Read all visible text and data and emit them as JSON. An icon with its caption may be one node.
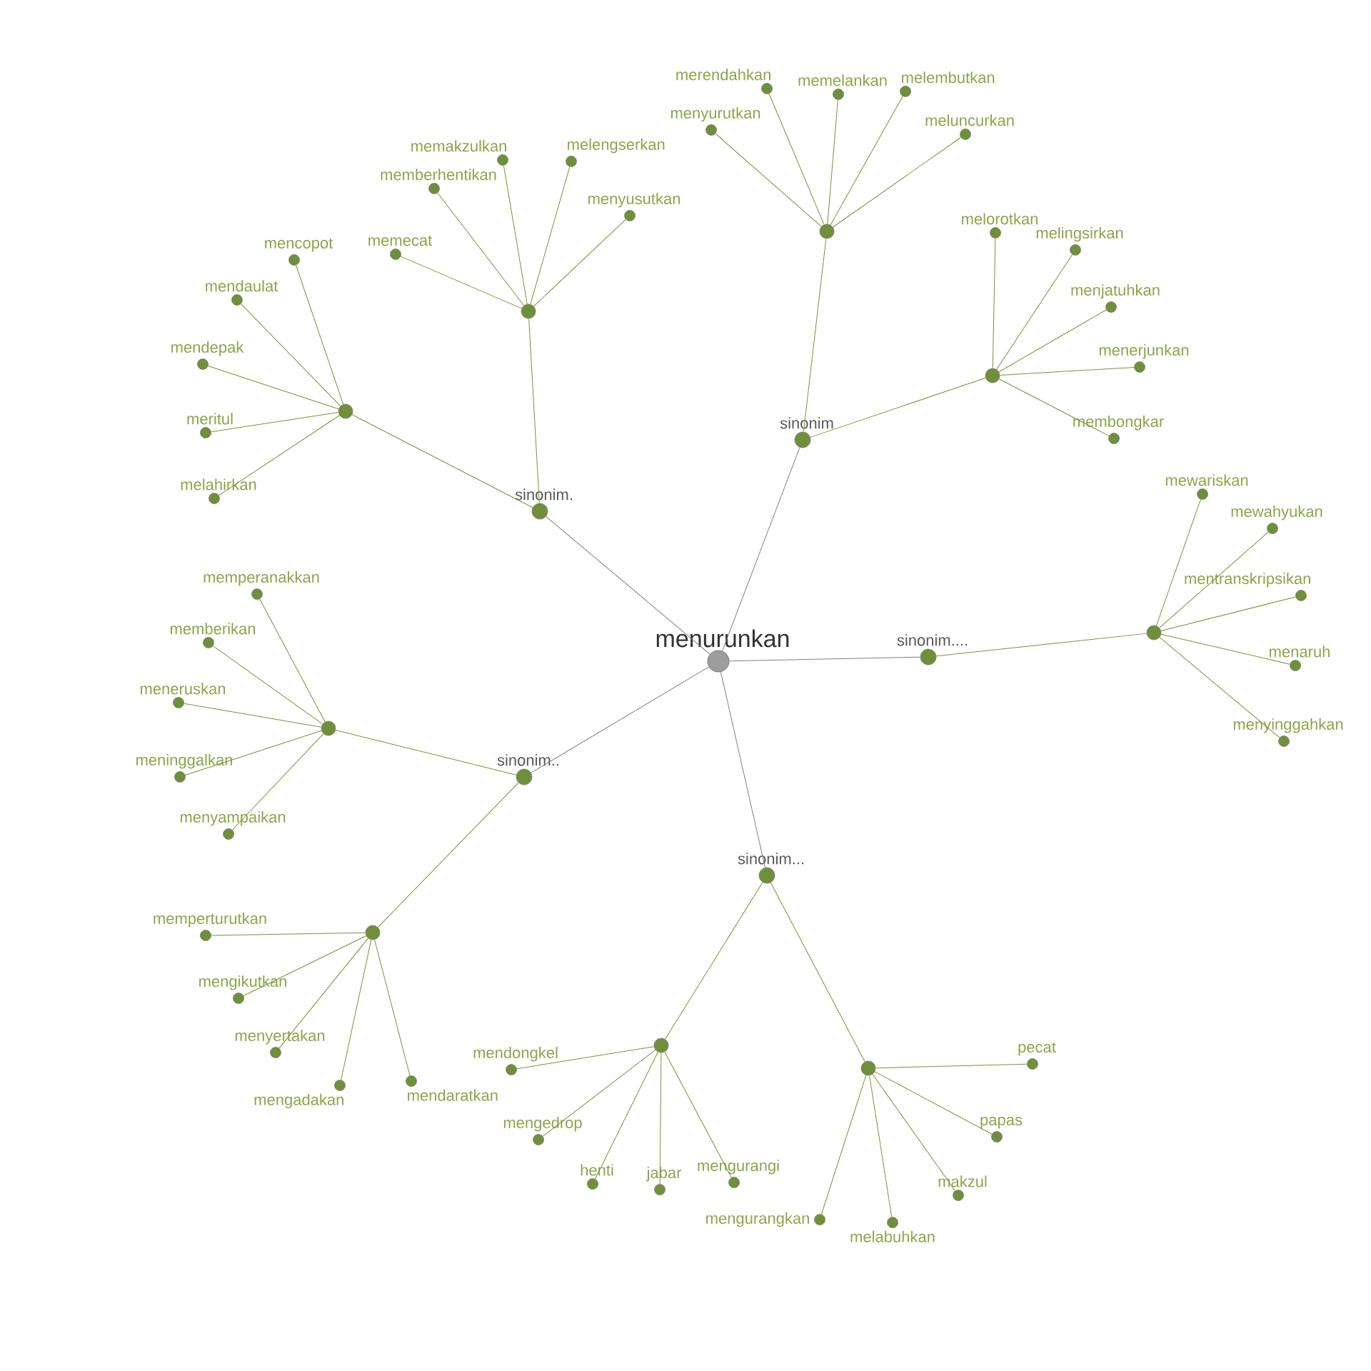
{
  "diagram": {
    "nodes": [
      {
        "text": [
          "menurunkan"
        ]
      },
      {
        "text": [
          "sinonim"
        ]
      },
      {
        "text": [],
        "shape": "circle"
      },
      {
        "text": [
          "menyurutkan"
        ]
      },
      {
        "text": [
          "merendahkan"
        ]
      },
      {
        "text": [
          "memelankan"
        ]
      },
      {
        "text": [
          "melembutkan"
        ]
      },
      {
        "text": [
          "meluncurkan"
        ]
      },
      {
        "text": [],
        "shape": "circle"
      },
      {
        "text": [
          "melorotkan"
        ]
      },
      {
        "text": [
          "melingsirkan"
        ]
      },
      {
        "text": [
          "menjatuhkan"
        ]
      },
      {
        "text": [
          "menerjunkan"
        ]
      },
      {
        "text": [
          "membongkar"
        ]
      },
      {
        "text": [
          "sinonim."
        ]
      },
      {
        "text": [],
        "shape": "circle"
      },
      {
        "text": [
          "memecat"
        ]
      },
      {
        "text": [
          "memberhentikan"
        ]
      },
      {
        "text": [
          "memakzulkan"
        ]
      },
      {
        "text": [
          "melengserkan"
        ]
      },
      {
        "text": [
          "menyusutkan"
        ]
      },
      {
        "text": [],
        "shape": "circle"
      },
      {
        "text": [
          "mencopot"
        ]
      },
      {
        "text": [
          "mendaulat"
        ]
      },
      {
        "text": [
          "mendepak"
        ]
      },
      {
        "text": [
          "meritul"
        ]
      },
      {
        "text": [
          "melahirkan"
        ]
      },
      {
        "text": [
          "sinonim...."
        ]
      },
      {
        "text": [],
        "shape": "circle"
      },
      {
        "text": [
          "mewariskan"
        ]
      },
      {
        "text": [
          "mewahyukan"
        ]
      },
      {
        "text": [
          "mentranskripsikan"
        ]
      },
      {
        "text": [
          "menaruh"
        ]
      },
      {
        "text": [
          "menyinggahkan"
        ]
      },
      {
        "text": [
          "sinonim.."
        ]
      },
      {
        "text": [],
        "shape": "circle"
      },
      {
        "text": [
          "memperanakkan"
        ]
      },
      {
        "text": [
          "memberikan"
        ]
      },
      {
        "text": [
          "meneruskan"
        ]
      },
      {
        "text": [
          "meninggalkan"
        ]
      },
      {
        "text": [
          "menyampaikan"
        ]
      },
      {
        "text": [],
        "shape": "circle"
      },
      {
        "text": [
          "memperturutkan"
        ]
      },
      {
        "text": [
          "mengikutkan"
        ]
      },
      {
        "text": [
          "menyertakan"
        ]
      },
      {
        "text": [
          "mengadakan"
        ]
      },
      {
        "text": [
          "mendaratkan"
        ]
      },
      {
        "text": [
          "sinonim..."
        ]
      },
      {
        "text": [],
        "shape": "circle"
      },
      {
        "text": [
          "mendongkel"
        ]
      },
      {
        "text": [
          "mengedrop"
        ]
      },
      {
        "text": [
          "henti"
        ]
      },
      {
        "text": [
          "jabar"
        ]
      },
      {
        "text": [
          "mengurangi"
        ]
      },
      {
        "text": [],
        "shape": "circle"
      },
      {
        "text": [
          "mengurangkan"
        ]
      },
      {
        "text": [
          "melabuhkan"
        ]
      },
      {
        "text": [
          "makzul"
        ]
      },
      {
        "text": [
          "papas"
        ]
      },
      {
        "text": [
          "pecat"
        ]
      }
    ],
    "edges": [
      {
        "from": 0,
        "to": 1,
        "arrow": "none",
        "color": "#808080"
      },
      {
        "from": 1,
        "to": 2,
        "arrow": "none"
      },
      {
        "from": 2,
        "to": 3,
        "arrow": "none"
      },
      {
        "from": 2,
        "to": 4,
        "arrow": "none"
      },
      {
        "from": 2,
        "to": 5,
        "arrow": "none"
      },
      {
        "from": 2,
        "to": 6,
        "arrow": "none"
      },
      {
        "from": 2,
        "to": 7,
        "arrow": "none"
      },
      {
        "from": 1,
        "to": 8,
        "arrow": "none"
      },
      {
        "from": 8,
        "to": 9,
        "arrow": "none"
      },
      {
        "from": 8,
        "to": 10,
        "arrow": "none"
      },
      {
        "from": 8,
        "to": 11,
        "arrow": "none"
      },
      {
        "from": 8,
        "to": 12,
        "arrow": "none"
      },
      {
        "from": 8,
        "to": 13,
        "arrow": "none"
      },
      {
        "from": 0,
        "to": 14,
        "arrow": "none",
        "color": "#808080"
      },
      {
        "from": 14,
        "to": 15,
        "arrow": "none"
      },
      {
        "from": 15,
        "to": 16,
        "arrow": "none"
      },
      {
        "from": 15,
        "to": 17,
        "arrow": "none"
      },
      {
        "from": 15,
        "to": 18,
        "arrow": "none"
      },
      {
        "from": 15,
        "to": 19,
        "arrow": "none"
      },
      {
        "from": 15,
        "to": 20,
        "arrow": "none"
      },
      {
        "from": 14,
        "to": 21,
        "arrow": "none"
      },
      {
        "from": 21,
        "to": 22,
        "arrow": "none"
      },
      {
        "from": 21,
        "to": 23,
        "arrow": "none"
      },
      {
        "from": 21,
        "to": 24,
        "arrow": "none"
      },
      {
        "from": 21,
        "to": 25,
        "arrow": "none"
      },
      {
        "from": 21,
        "to": 26,
        "arrow": "none"
      },
      {
        "from": 0,
        "to": 27,
        "arrow": "none",
        "color": "#808080"
      },
      {
        "from": 27,
        "to": 28,
        "arrow": "none"
      },
      {
        "from": 28,
        "to": 29,
        "arrow": "none"
      },
      {
        "from": 28,
        "to": 30,
        "arrow": "none"
      },
      {
        "from": 28,
        "to": 31,
        "arrow": "none"
      },
      {
        "from": 28,
        "to": 32,
        "arrow": "none"
      },
      {
        "from": 28,
        "to": 33,
        "arrow": "none"
      },
      {
        "from": 0,
        "to": 34,
        "arrow": "none",
        "color": "#808080"
      },
      {
        "from": 34,
        "to": 35,
        "arrow": "none"
      },
      {
        "from": 35,
        "to": 36,
        "arrow": "none"
      },
      {
        "from": 35,
        "to": 37,
        "arrow": "none"
      },
      {
        "from": 35,
        "to": 38,
        "arrow": "none"
      },
      {
        "from": 35,
        "to": 39,
        "arrow": "none"
      },
      {
        "from": 35,
        "to": 40,
        "arrow": "none"
      },
      {
        "from": 34,
        "to": 41,
        "arrow": "none"
      },
      {
        "from": 41,
        "to": 42,
        "arrow": "none"
      },
      {
        "from": 41,
        "to": 43,
        "arrow": "none"
      },
      {
        "from": 41,
        "to": 44,
        "arrow": "none"
      },
      {
        "from": 41,
        "to": 45,
        "arrow": "none"
      },
      {
        "from": 41,
        "to": 46,
        "arrow": "none"
      },
      {
        "from": 0,
        "to": 47,
        "arrow": "none",
        "color": "#808080"
      },
      {
        "from": 47,
        "to": 48,
        "arrow": "none"
      },
      {
        "from": 48,
        "to": 49,
        "arrow": "none"
      },
      {
        "from": 48,
        "to": 50,
        "arrow": "none"
      },
      {
        "from": 48,
        "to": 51,
        "arrow": "none"
      },
      {
        "from": 48,
        "to": 52,
        "arrow": "none"
      },
      {
        "from": 48,
        "to": 53,
        "arrow": "none"
      },
      {
        "from": 47,
        "to": 54,
        "arrow": "none"
      },
      {
        "from": 54,
        "to": 55,
        "arrow": "none"
      },
      {
        "from": 54,
        "to": 56,
        "arrow": "none"
      },
      {
        "from": 54,
        "to": 57,
        "arrow": "none"
      },
      {
        "from": 54,
        "to": 58,
        "arrow": "none"
      },
      {
        "from": 54,
        "to": 59,
        "arrow": "none"
      }
    ]
  }
}
